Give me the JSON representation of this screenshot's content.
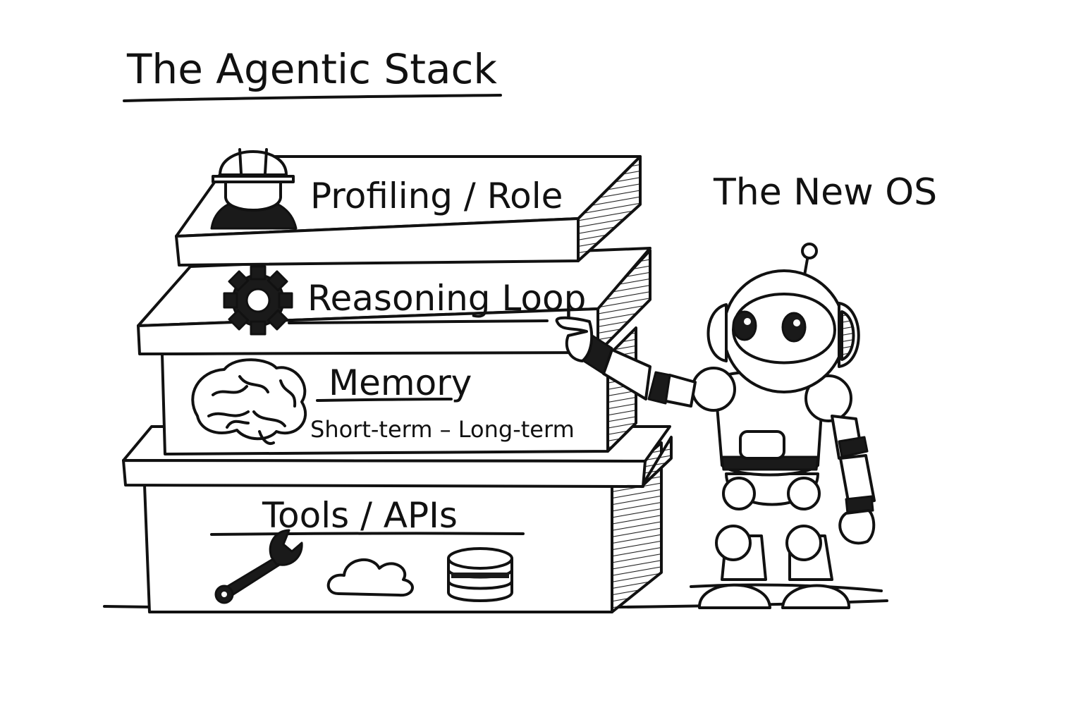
{
  "title": "The Agentic Stack",
  "side_caption": "The New OS",
  "layers": [
    {
      "label": "Profiling / Role",
      "icon": "hard-hat-worker-icon"
    },
    {
      "label": "Reasoning Loop",
      "icon": "gear-icon"
    },
    {
      "label": "Memory",
      "sublabel": "Short-term – Long-term",
      "icon": "brain-icon"
    },
    {
      "label": "Tools / APIs",
      "icons": [
        "wrench-icon",
        "cloud-icon",
        "database-icon"
      ]
    }
  ],
  "colors": {
    "ink": "#111111",
    "paper": "#ffffff"
  }
}
